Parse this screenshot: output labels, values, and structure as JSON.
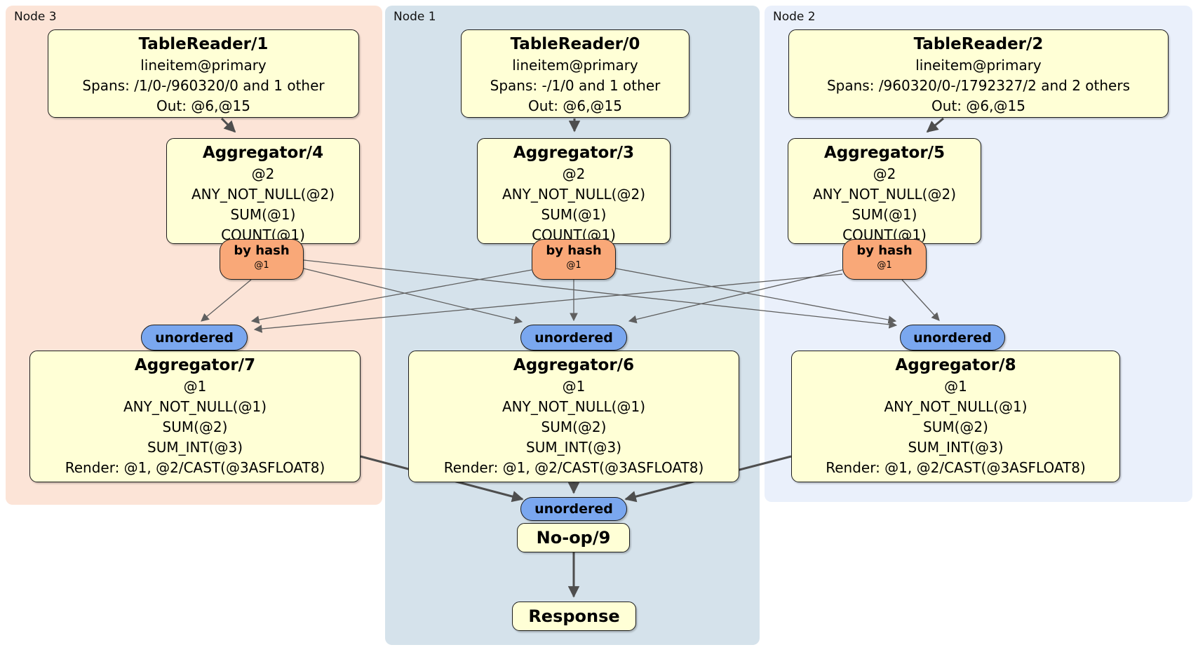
{
  "panels": {
    "node3": {
      "label": "Node 3"
    },
    "node1": {
      "label": "Node 1"
    },
    "node2": {
      "label": "Node 2"
    }
  },
  "processors": {
    "tr1": {
      "title": "TableReader/1",
      "lines": [
        "lineitem@primary",
        "Spans: /1/0-/960320/0 and 1 other",
        "Out: @6,@15"
      ]
    },
    "tr0": {
      "title": "TableReader/0",
      "lines": [
        "lineitem@primary",
        "Spans: -/1/0 and 1 other",
        "Out: @6,@15"
      ]
    },
    "tr2": {
      "title": "TableReader/2",
      "lines": [
        "lineitem@primary",
        "Spans: /960320/0-/1792327/2 and 2 others",
        "Out: @6,@15"
      ]
    },
    "agg4": {
      "title": "Aggregator/4",
      "lines": [
        "@2",
        "ANY_NOT_NULL(@2)",
        "SUM(@1)",
        "COUNT(@1)"
      ]
    },
    "agg3": {
      "title": "Aggregator/3",
      "lines": [
        "@2",
        "ANY_NOT_NULL(@2)",
        "SUM(@1)",
        "COUNT(@1)"
      ]
    },
    "agg5": {
      "title": "Aggregator/5",
      "lines": [
        "@2",
        "ANY_NOT_NULL(@2)",
        "SUM(@1)",
        "COUNT(@1)"
      ]
    },
    "agg7": {
      "title": "Aggregator/7",
      "lines": [
        "@1",
        "ANY_NOT_NULL(@1)",
        "SUM(@2)",
        "SUM_INT(@3)",
        "Render: @1, @2/CAST(@3ASFLOAT8)"
      ]
    },
    "agg6": {
      "title": "Aggregator/6",
      "lines": [
        "@1",
        "ANY_NOT_NULL(@1)",
        "SUM(@2)",
        "SUM_INT(@3)",
        "Render: @1, @2/CAST(@3ASFLOAT8)"
      ]
    },
    "agg8": {
      "title": "Aggregator/8",
      "lines": [
        "@1",
        "ANY_NOT_NULL(@1)",
        "SUM(@2)",
        "SUM_INT(@3)",
        "Render: @1, @2/CAST(@3ASFLOAT8)"
      ]
    },
    "noop9": {
      "title": "No-op/9"
    },
    "response": {
      "title": "Response"
    }
  },
  "streams": {
    "by_hash": {
      "label": "by hash",
      "key": "@1"
    },
    "unordered": {
      "label": "unordered"
    }
  },
  "colors": {
    "panel_node3": "#fce4d7",
    "panel_node1": "#d5e2eb",
    "panel_node2": "#eaf0fb",
    "processor_fill": "#ffffd6",
    "hash_router_fill": "#f9a878",
    "unordered_fill": "#7aa7ef",
    "box_border": "#1c1c1c",
    "edge_thick": "#4e4e4e",
    "edge_thin": "#5f5f5f"
  }
}
